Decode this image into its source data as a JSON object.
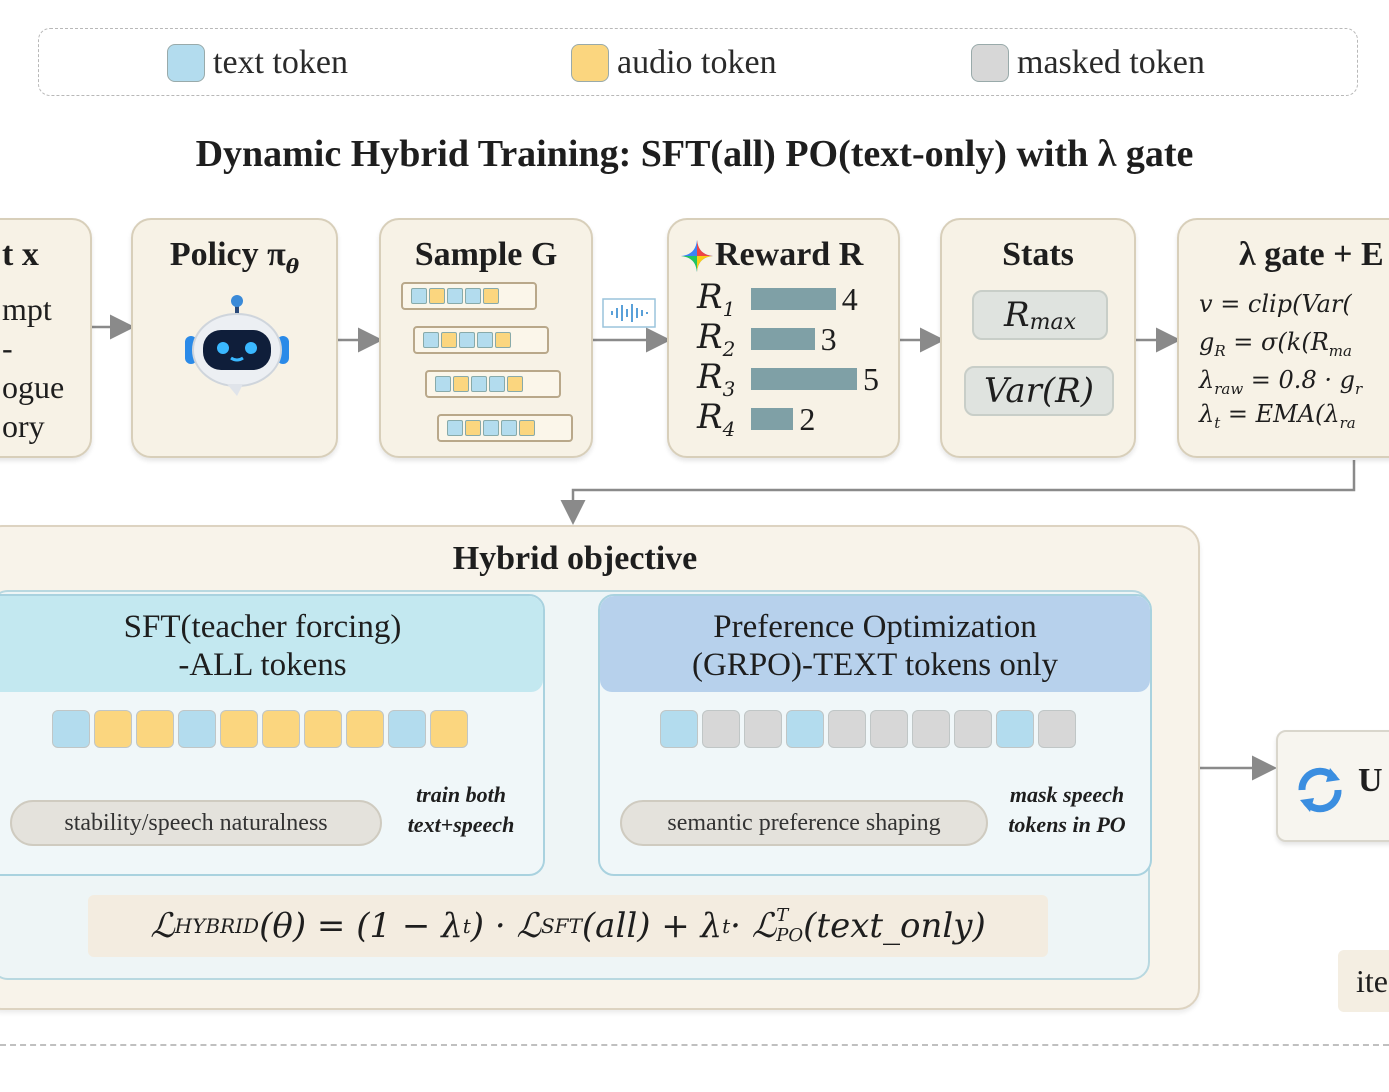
{
  "legend": {
    "items": [
      {
        "label": "text token",
        "color": "#b3dcee"
      },
      {
        "label": "audio token",
        "color": "#fbd67f"
      },
      {
        "label": "masked token",
        "color": "#d7d7d7"
      }
    ]
  },
  "title": "Dynamic Hybrid Training: SFT(all) PO(text-only) with λ gate",
  "input": {
    "title": "t x",
    "lines": [
      "mpt",
      "-",
      "ogue",
      "ory"
    ]
  },
  "policy": {
    "title": "Policy π",
    "subscript": "θ",
    "icon": "robot-icon"
  },
  "sample": {
    "title": "Sample G",
    "rows": 4
  },
  "reward": {
    "title": "Reward R",
    "icon": "sparkle-icon",
    "items": [
      {
        "name": "R",
        "sub": "1",
        "value": 4
      },
      {
        "name": "R",
        "sub": "2",
        "value": 3
      },
      {
        "name": "R",
        "sub": "3",
        "value": 5
      },
      {
        "name": "R",
        "sub": "4",
        "value": 2
      }
    ]
  },
  "stats": {
    "title": "Stats",
    "rmax": "R",
    "rmax_sub": "max",
    "var": "Var(R)"
  },
  "gate": {
    "title": "λ gate + E",
    "formulas": [
      "v = clip(Var(",
      "g",
      "λ",
      "λ"
    ],
    "f1": "v = clip(Var(",
    "f2_a": "g",
    "f2_sub": "R",
    "f2_b": " = σ(k(R",
    "f2_sub2": "ma",
    "f3_a": "λ",
    "f3_sub": "raw",
    "f3_b": " = 0.8 · g",
    "f3_sub2": "r",
    "f4_a": "λ",
    "f4_sub": "t",
    "f4_b": " = EMA(λ",
    "f4_sub2": "ra"
  },
  "hybrid": {
    "title": "Hybrid objective",
    "sft": {
      "heading_line1": "SFT(teacher forcing)",
      "heading_line2": "-ALL tokens",
      "tag": "stability/speech naturalness",
      "note_line1": "train both",
      "note_line2": "text+speech",
      "tokens": [
        "text",
        "audio",
        "audio",
        "text",
        "audio",
        "audio",
        "audio",
        "audio",
        "text",
        "audio"
      ]
    },
    "po": {
      "heading_line1": "Preference Optimization",
      "heading_line2": "(GRPO)-TEXT tokens only",
      "tag": "semantic preference shaping",
      "note_line1": "mask speech",
      "note_line2": "tokens in PO",
      "tokens": [
        "text",
        "masked",
        "masked",
        "text",
        "masked",
        "masked",
        "masked",
        "masked",
        "text",
        "masked"
      ]
    },
    "loss": {
      "l1": "ℒ",
      "s1": "HYBRID",
      "t1": "(θ) = (1 − λ",
      "s2": "t",
      "t2": ") · ℒ",
      "s3": "SFT",
      "t3": "(all) + λ",
      "s4": "t",
      "t4": " · ℒ",
      "sup5": "T",
      "s5": "PO",
      "t5": "(text_only)"
    }
  },
  "update": {
    "label": "U",
    "icon": "refresh-icon"
  },
  "iter": {
    "label": "ite"
  }
}
